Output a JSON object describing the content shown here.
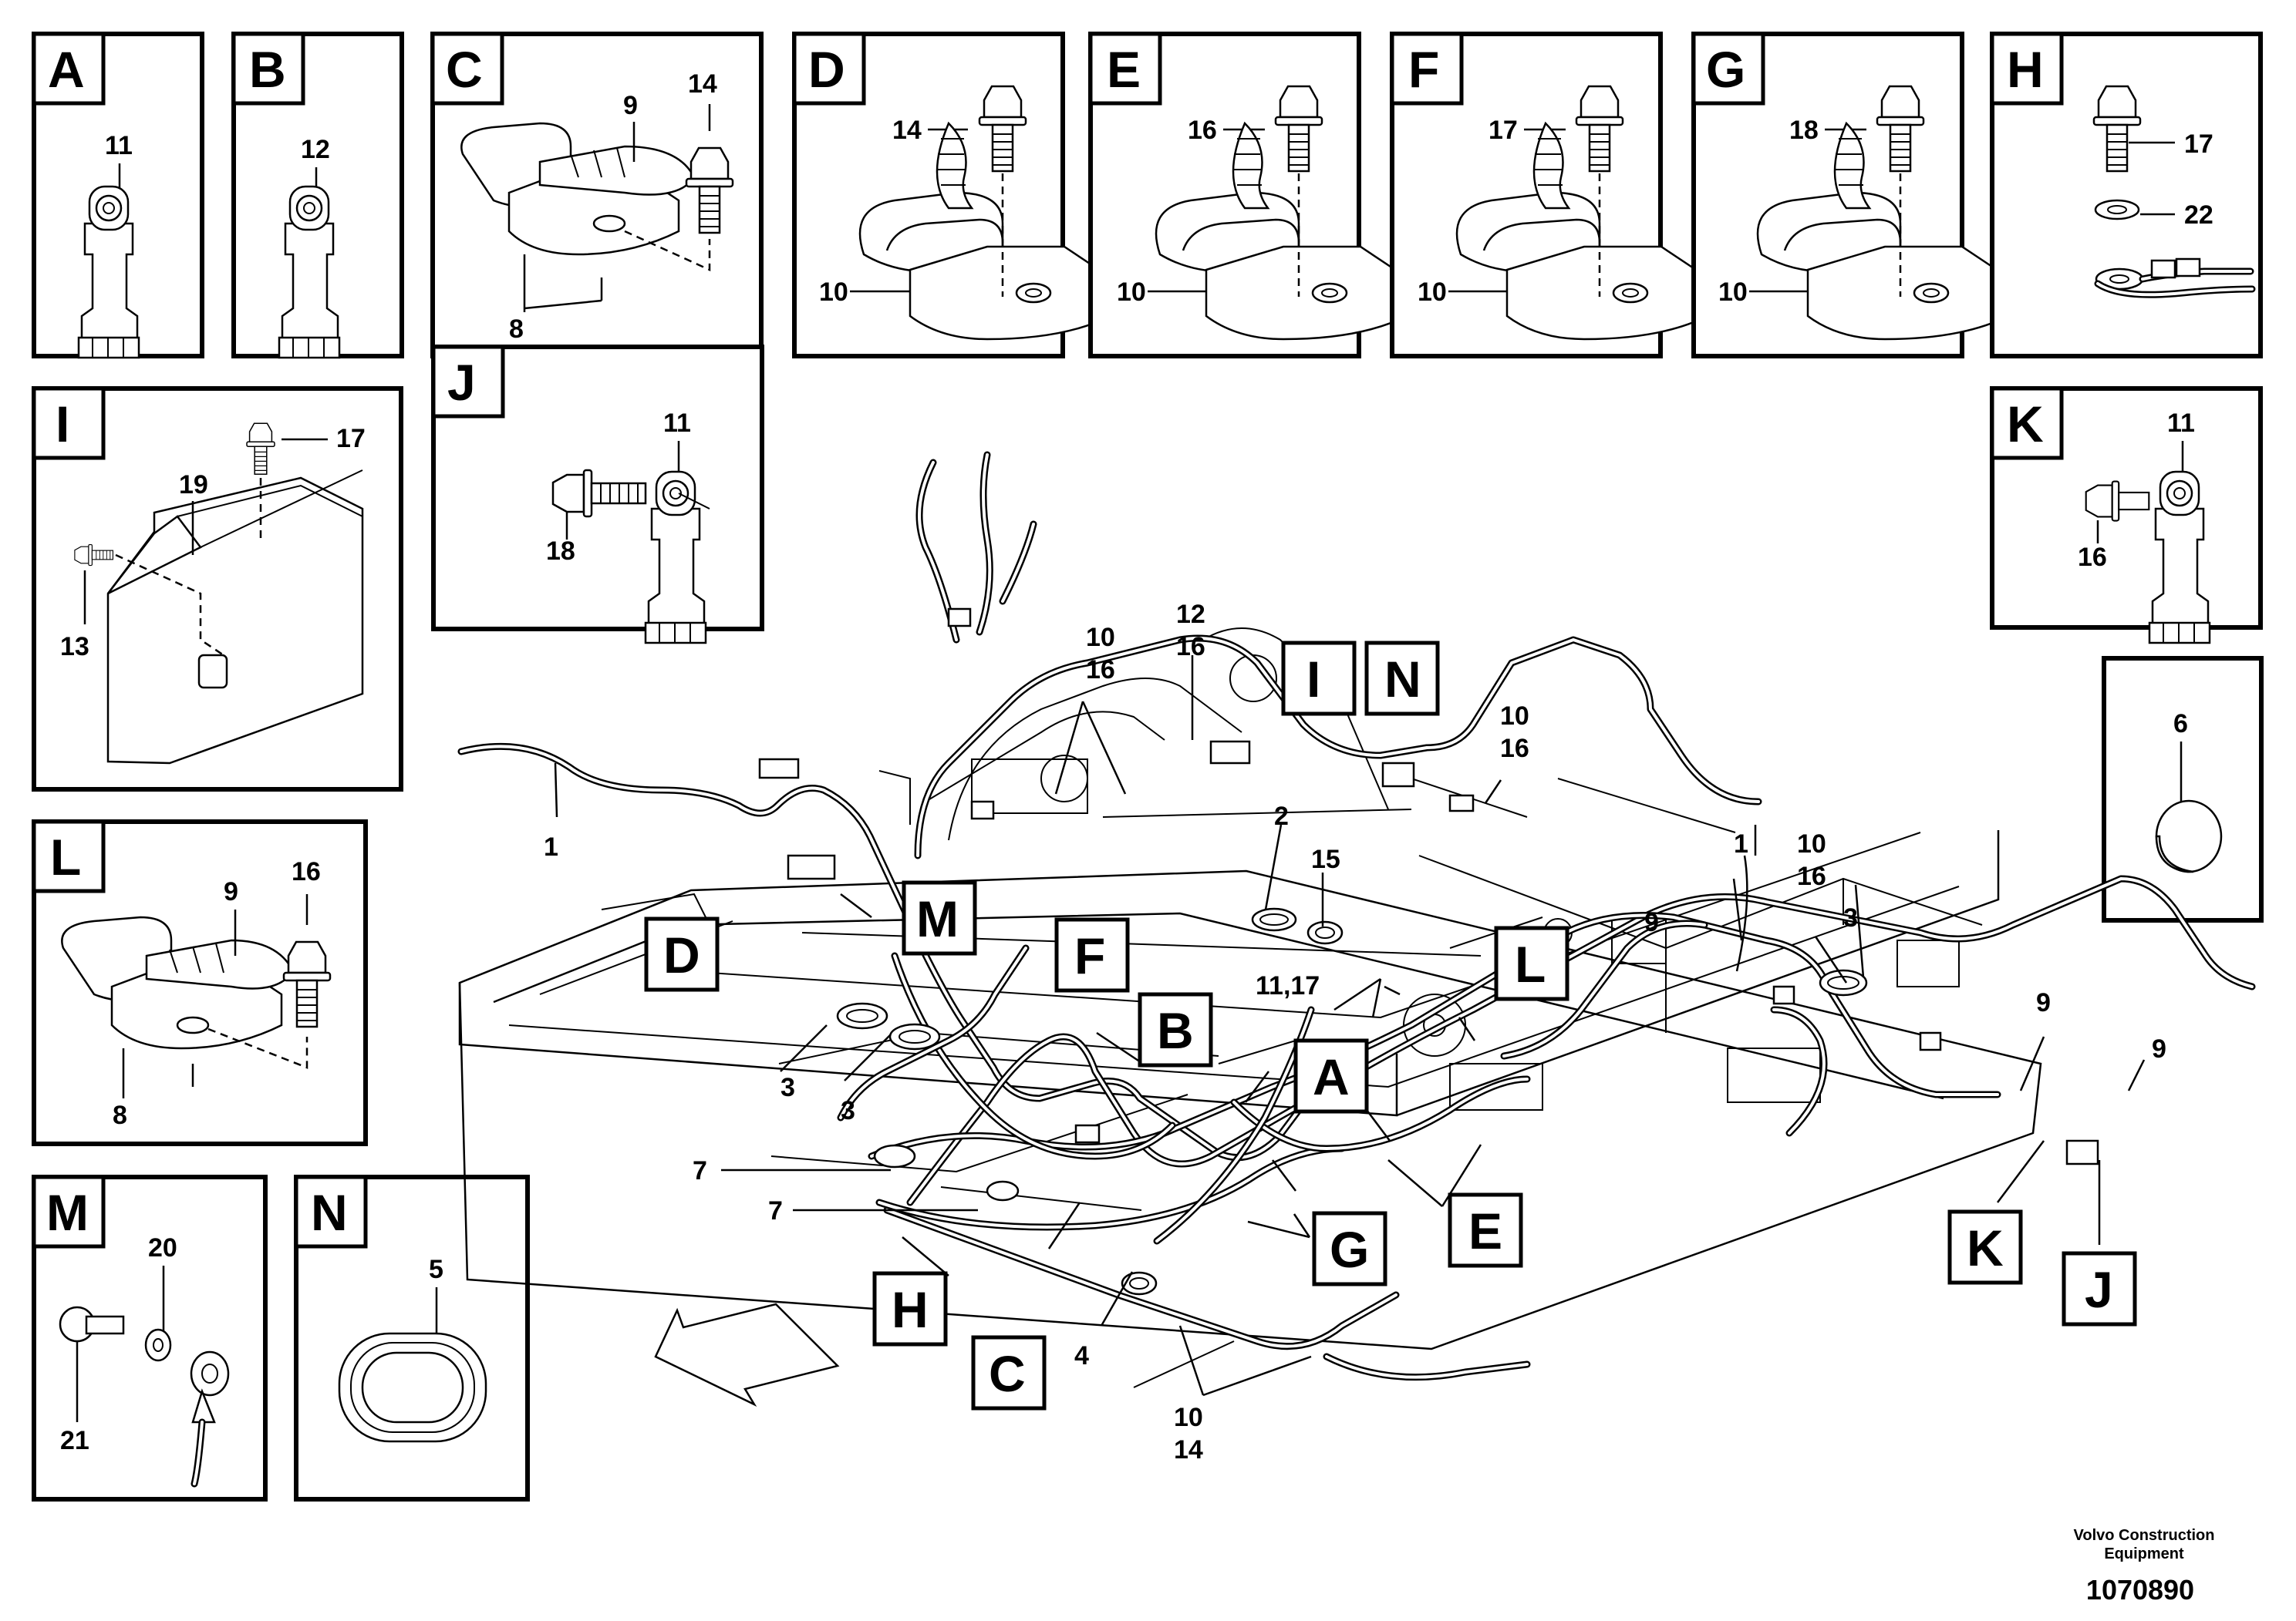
{
  "panels": {
    "A": {
      "tag": "A",
      "labels": [
        "11"
      ]
    },
    "B": {
      "tag": "B",
      "labels": [
        "12"
      ]
    },
    "C": {
      "tag": "C",
      "labels": [
        "9",
        "14",
        "8"
      ]
    },
    "D": {
      "tag": "D",
      "labels": [
        "14",
        "10"
      ]
    },
    "E": {
      "tag": "E",
      "labels": [
        "16",
        "10"
      ]
    },
    "F": {
      "tag": "F",
      "labels": [
        "17",
        "10"
      ]
    },
    "G": {
      "tag": "G",
      "labels": [
        "18",
        "10"
      ]
    },
    "H": {
      "tag": "H",
      "labels": [
        "17",
        "22"
      ]
    },
    "I": {
      "tag": "I",
      "labels": [
        "17",
        "19",
        "13"
      ]
    },
    "J": {
      "tag": "J",
      "labels": [
        "11",
        "18"
      ]
    },
    "K": {
      "tag": "K",
      "labels": [
        "11",
        "16"
      ]
    },
    "six": {
      "labels": [
        "6"
      ]
    },
    "L": {
      "tag": "L",
      "labels": [
        "9",
        "16",
        "8"
      ]
    },
    "M": {
      "tag": "M",
      "labels": [
        "20",
        "21"
      ]
    },
    "N": {
      "tag": "N",
      "labels": [
        "5"
      ]
    }
  },
  "main": {
    "tags": [
      "I",
      "N",
      "M",
      "F",
      "D",
      "B",
      "A",
      "G",
      "E",
      "L",
      "K",
      "J",
      "H",
      "C"
    ],
    "callouts": [
      "10",
      "16",
      "12",
      "16",
      "10",
      "16",
      "1",
      "2",
      "15",
      "11,17",
      "1",
      "10",
      "16",
      "3",
      "9",
      "9",
      "9",
      "3",
      "3",
      "7",
      "7",
      "4",
      "10",
      "14"
    ]
  },
  "footer": {
    "company": "Volvo Construction",
    "company2": "Equipment",
    "number": "1070890"
  }
}
